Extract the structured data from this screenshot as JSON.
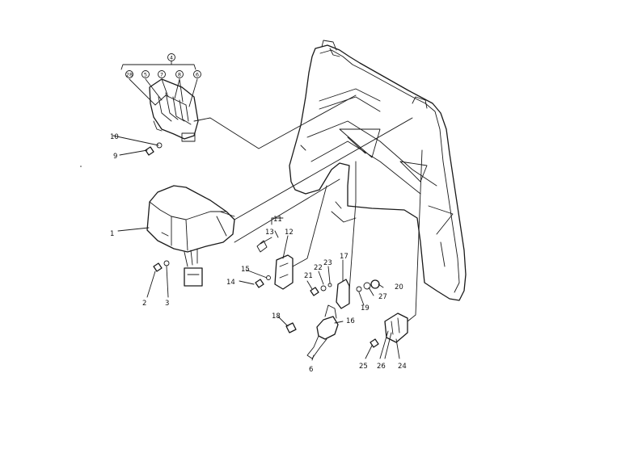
{
  "diagram": {
    "labels": {
      "l1": "1",
      "l2": "2",
      "l3": "3",
      "l4": "4",
      "l6": "6",
      "l9": "9",
      "l10": "10",
      "l11": "11",
      "l12": "12",
      "l13": "13",
      "l14": "14",
      "l15": "15",
      "l16": "16",
      "l17": "17",
      "l18": "18",
      "l19": "19",
      "l20": "20",
      "l21": "21",
      "l22": "22",
      "l23": "23",
      "l24": "24",
      "l25": "25",
      "l26": "26",
      "l27": "27"
    },
    "circled": {
      "c28": "28",
      "c5": "5",
      "c7": "7",
      "c8": "8",
      "c6": "6"
    }
  }
}
